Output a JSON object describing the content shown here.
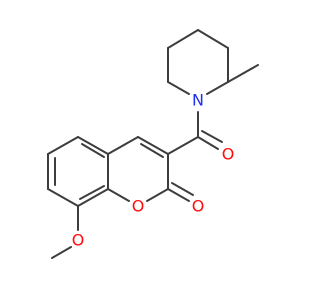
{
  "molecule": {
    "atoms": {
      "n1": {
        "symbol": "N",
        "color": "#1f2ef0"
      },
      "o_carbonyl": {
        "symbol": "O",
        "color": "#ff0d0d"
      },
      "o_ring": {
        "symbol": "O",
        "color": "#ff0d0d"
      },
      "o_lactone": {
        "symbol": "O",
        "color": "#ff0d0d"
      },
      "o_methoxy": {
        "symbol": "O",
        "color": "#ff0d0d"
      }
    },
    "bond_color": "#3d3d3d"
  }
}
